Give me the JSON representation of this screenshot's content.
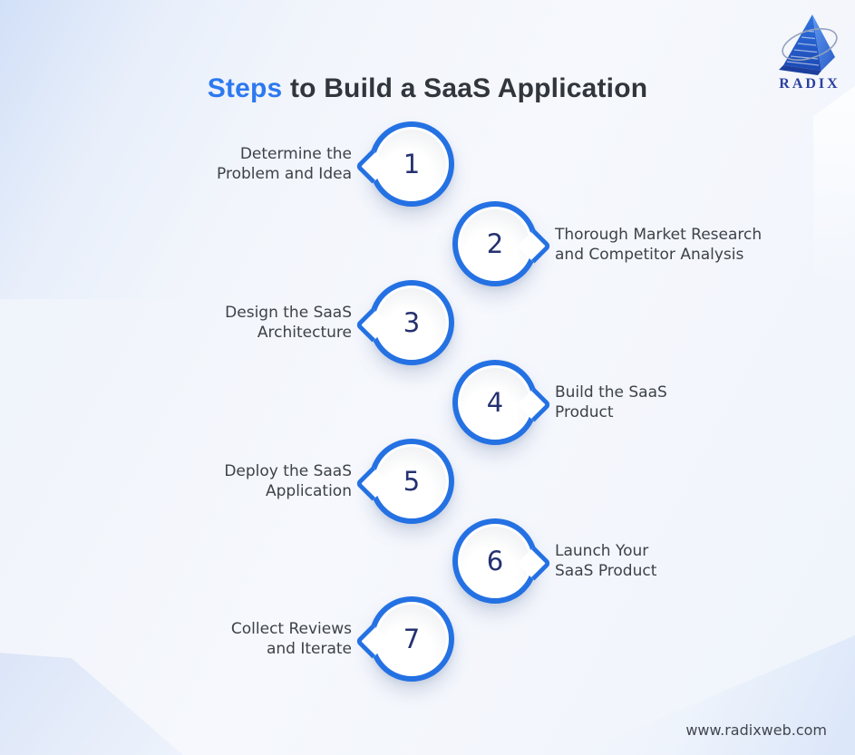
{
  "title": {
    "highlight": "Steps",
    "rest": " to Build a SaaS Application"
  },
  "brand": {
    "logo_text": "RADIX",
    "website": "www.radixweb.com"
  },
  "steps": [
    {
      "number": "1",
      "side": "left",
      "label": "Determine the\nProblem and Idea"
    },
    {
      "number": "2",
      "side": "right",
      "label": "Thorough Market Research\nand Competitor Analysis"
    },
    {
      "number": "3",
      "side": "left",
      "label": "Design the SaaS\nArchitecture"
    },
    {
      "number": "4",
      "side": "right",
      "label": "Build the SaaS\nProduct"
    },
    {
      "number": "5",
      "side": "left",
      "label": "Deploy the SaaS\nApplication"
    },
    {
      "number": "6",
      "side": "right",
      "label": "Launch Your\nSaaS Product"
    },
    {
      "number": "7",
      "side": "left",
      "label": "Collect Reviews\nand Iterate"
    }
  ],
  "colors": {
    "accent_blue": "#2D79EF",
    "ring_blue": "#2471E3",
    "number_navy": "#253170",
    "text_dark": "#3D4249",
    "title_dark": "#31353C",
    "background": "#F3F6FC"
  }
}
